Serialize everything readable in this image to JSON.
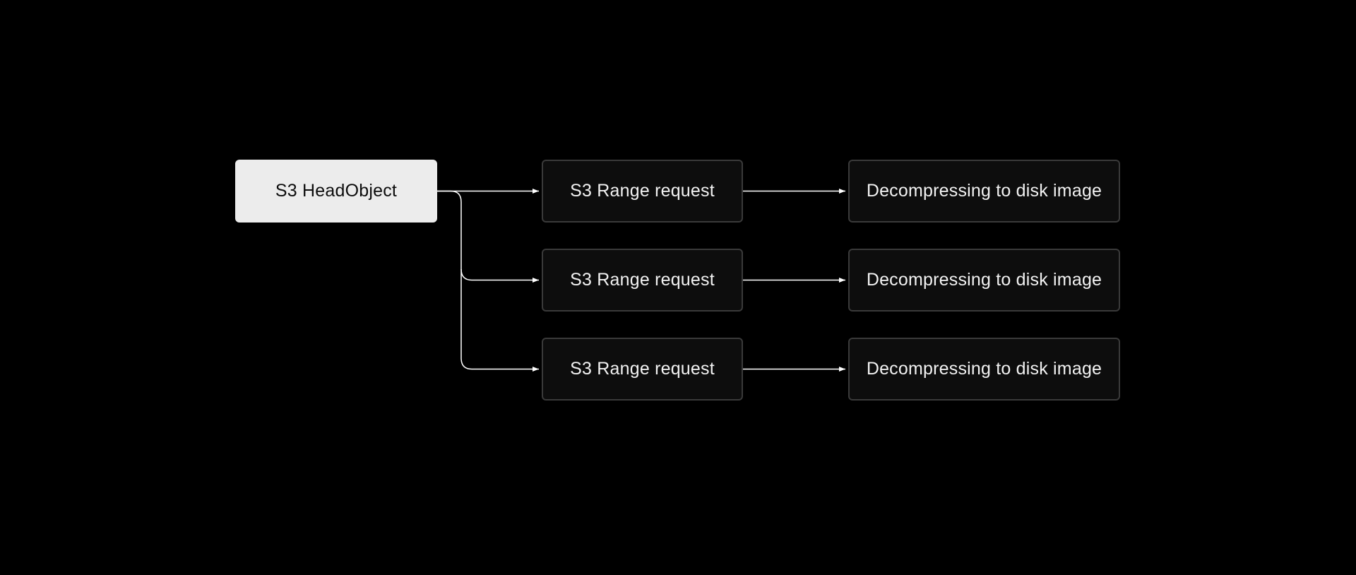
{
  "diagram": {
    "source": {
      "label": "S3 HeadObject"
    },
    "rows": [
      {
        "request": "S3 Range request",
        "result": "Decompressing to disk image"
      },
      {
        "request": "S3 Range request",
        "result": "Decompressing to disk image"
      },
      {
        "request": "S3 Range request",
        "result": "Decompressing to disk image"
      }
    ]
  },
  "colors": {
    "background": "#000000",
    "source_fill": "#ececec",
    "node_fill": "#0d0d0d",
    "node_border": "#3a3a3a",
    "connector": "#ffffff"
  }
}
